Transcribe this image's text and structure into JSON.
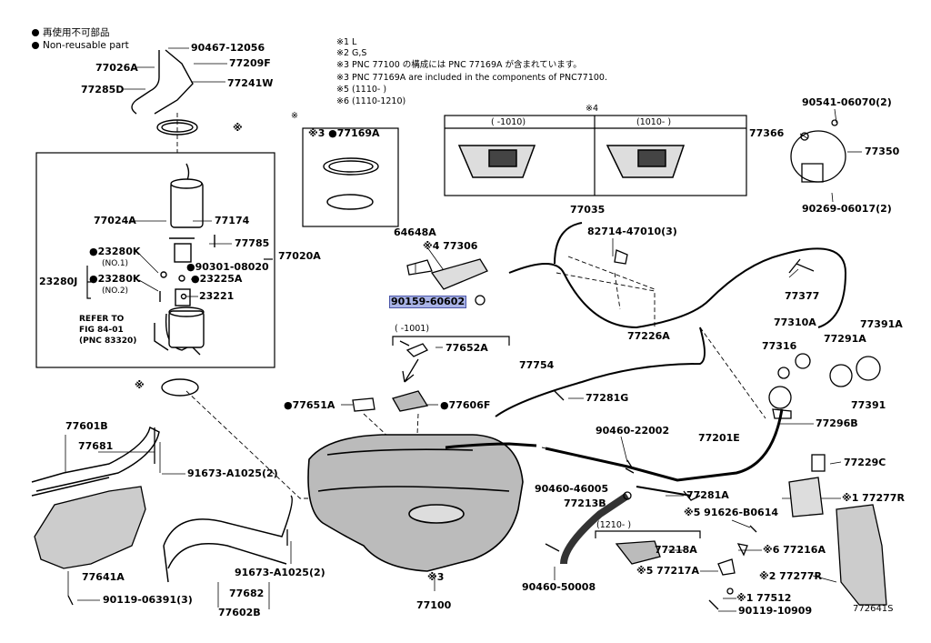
{
  "legend": {
    "non_reusable_ja": "再使用不可部品",
    "non_reusable_en": "Non-reusable part"
  },
  "notes": [
    "※1 L",
    "※2 G,S",
    "※3 PNC 77100 の構成には PNC 77169A が含まれています。",
    "※3 PNC 77169A are included in the components of PNC77100.",
    "※5 (1110-      )",
    "※6 (1110-1210)"
  ],
  "boxes": {
    "ref4_mark": "※4",
    "ref4_left": "(      -1010)",
    "ref4_right": "(1010-      )",
    "ref_b_mark": "※",
    "ref_b_part": "※3 ●77169A",
    "range_1001": "(      -1001)",
    "range_1210": "(1210-      )"
  },
  "labels": [
    {
      "id": "p90467",
      "text": "90467-12056"
    },
    {
      "id": "p77026a",
      "text": "77026A"
    },
    {
      "id": "p77209f",
      "text": "77209F"
    },
    {
      "id": "p77241w",
      "text": "77241W"
    },
    {
      "id": "p77285d",
      "text": "77285D"
    },
    {
      "id": "pmark1",
      "text": "※"
    },
    {
      "id": "p77024a",
      "text": "77024A"
    },
    {
      "id": "p77174",
      "text": "77174"
    },
    {
      "id": "p77785",
      "text": "77785"
    },
    {
      "id": "p77020a",
      "text": "77020A"
    },
    {
      "id": "p23280k1",
      "text": "●23280K"
    },
    {
      "id": "pno1",
      "text": "(NO.1)"
    },
    {
      "id": "p90301",
      "text": "●90301-08020"
    },
    {
      "id": "p23280j",
      "text": "23280J"
    },
    {
      "id": "p23280k2",
      "text": "●23280K"
    },
    {
      "id": "pno2",
      "text": "(NO.2)"
    },
    {
      "id": "p23225a",
      "text": "●23225A"
    },
    {
      "id": "p23221",
      "text": "23221"
    },
    {
      "id": "pref1",
      "text": "REFER TO"
    },
    {
      "id": "pref2",
      "text": "FIG 84-01"
    },
    {
      "id": "pref3",
      "text": "(PNC 83320)"
    },
    {
      "id": "pmark2",
      "text": "※"
    },
    {
      "id": "p77601b",
      "text": "77601B"
    },
    {
      "id": "p77681",
      "text": "77681"
    },
    {
      "id": "p91673a",
      "text": "91673-A1025(2)"
    },
    {
      "id": "p77641a",
      "text": "77641A"
    },
    {
      "id": "p90119a",
      "text": "90119-06391(3)"
    },
    {
      "id": "p91673b",
      "text": "91673-A1025(2)"
    },
    {
      "id": "p77682",
      "text": "77682"
    },
    {
      "id": "p77602b",
      "text": "77602B"
    },
    {
      "id": "p64648a",
      "text": "64648A"
    },
    {
      "id": "p77306",
      "text": "※4 77306"
    },
    {
      "id": "p90159",
      "text": "90159-60602"
    },
    {
      "id": "p77652a",
      "text": "77652A"
    },
    {
      "id": "p77651a",
      "text": "●77651A"
    },
    {
      "id": "p77606f",
      "text": "●77606F"
    },
    {
      "id": "p77100",
      "text": "77100"
    },
    {
      "id": "pmark3",
      "text": "※3"
    },
    {
      "id": "p77035",
      "text": "77035"
    },
    {
      "id": "p82714",
      "text": "82714-47010(3)"
    },
    {
      "id": "p77377",
      "text": "77377"
    },
    {
      "id": "p90541",
      "text": "90541-06070(2)"
    },
    {
      "id": "p77366",
      "text": "77366"
    },
    {
      "id": "p77350",
      "text": "77350"
    },
    {
      "id": "p90269",
      "text": "90269-06017(2)"
    },
    {
      "id": "p77226a",
      "text": "77226A"
    },
    {
      "id": "p77754",
      "text": "77754"
    },
    {
      "id": "p77281g",
      "text": "77281G"
    },
    {
      "id": "p77310a",
      "text": "77310A"
    },
    {
      "id": "p77316",
      "text": "77316"
    },
    {
      "id": "p77291a",
      "text": "77291A"
    },
    {
      "id": "p77391a",
      "text": "77391A"
    },
    {
      "id": "p77391",
      "text": "77391"
    },
    {
      "id": "p77296b",
      "text": "77296B"
    },
    {
      "id": "p90460a",
      "text": "90460-22002"
    },
    {
      "id": "p77201e",
      "text": "77201E"
    },
    {
      "id": "p77229c",
      "text": "77229C"
    },
    {
      "id": "p90460b",
      "text": "90460-46005"
    },
    {
      "id": "p77213b",
      "text": "77213B"
    },
    {
      "id": "p77281a",
      "text": "77281A"
    },
    {
      "id": "p77277r1",
      "text": "※1 77277R"
    },
    {
      "id": "p91626",
      "text": "※5 91626-B0614"
    },
    {
      "id": "p77218a",
      "text": "77218A"
    },
    {
      "id": "p77216a",
      "text": "※6 77216A"
    },
    {
      "id": "p90460c",
      "text": "90460-50008"
    },
    {
      "id": "p77217a",
      "text": "※5 77217A"
    },
    {
      "id": "p77277r2",
      "text": "※2 77277R"
    },
    {
      "id": "p177512",
      "text": "※1 77512"
    },
    {
      "id": "p90119b",
      "text": "90119-10909"
    },
    {
      "id": "p772641s",
      "text": "772641S"
    }
  ]
}
